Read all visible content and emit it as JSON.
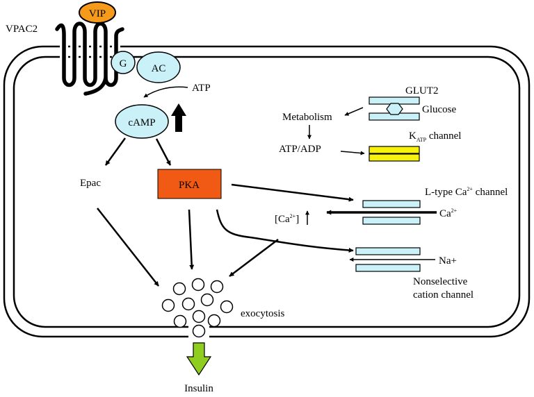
{
  "labels": {
    "vip": "VIP",
    "vpac2": "VPAC2",
    "g": "G",
    "ac": "AC",
    "atp_top": "ATP",
    "camp": "cAMP",
    "epac": "Epac",
    "pka": "PKA",
    "ca_conc_pre": "[Ca",
    "ca_conc_sup": "2+",
    "ca_conc_post": "]",
    "exocytosis": "exocytosis",
    "insulin": "Insulin",
    "glut2": "GLUT2",
    "glucose": "Glucose",
    "metabolism": "Metabolism",
    "atp_adp": "ATP/ADP",
    "katp_k": "K",
    "katp_sub": "ATP",
    "katp_rest": " channel",
    "ltype_pre": "L-type Ca",
    "ltype_sup": "2+",
    "ltype_post": " channel",
    "ca_ion": "Ca",
    "ca_ion_sup": "2+",
    "na_ion": "Na+",
    "nonselective_1": "Nonselective",
    "nonselective_2": "cation channel"
  },
  "colors": {
    "vip": "#f59a1b",
    "g_ac": "#c9f1f7",
    "camp": "#c9f1f7",
    "pka": "#f05a14",
    "katp": "#f7f20d",
    "channel": "#c9f1f7",
    "insulin_arrow": "#8fce1e"
  }
}
